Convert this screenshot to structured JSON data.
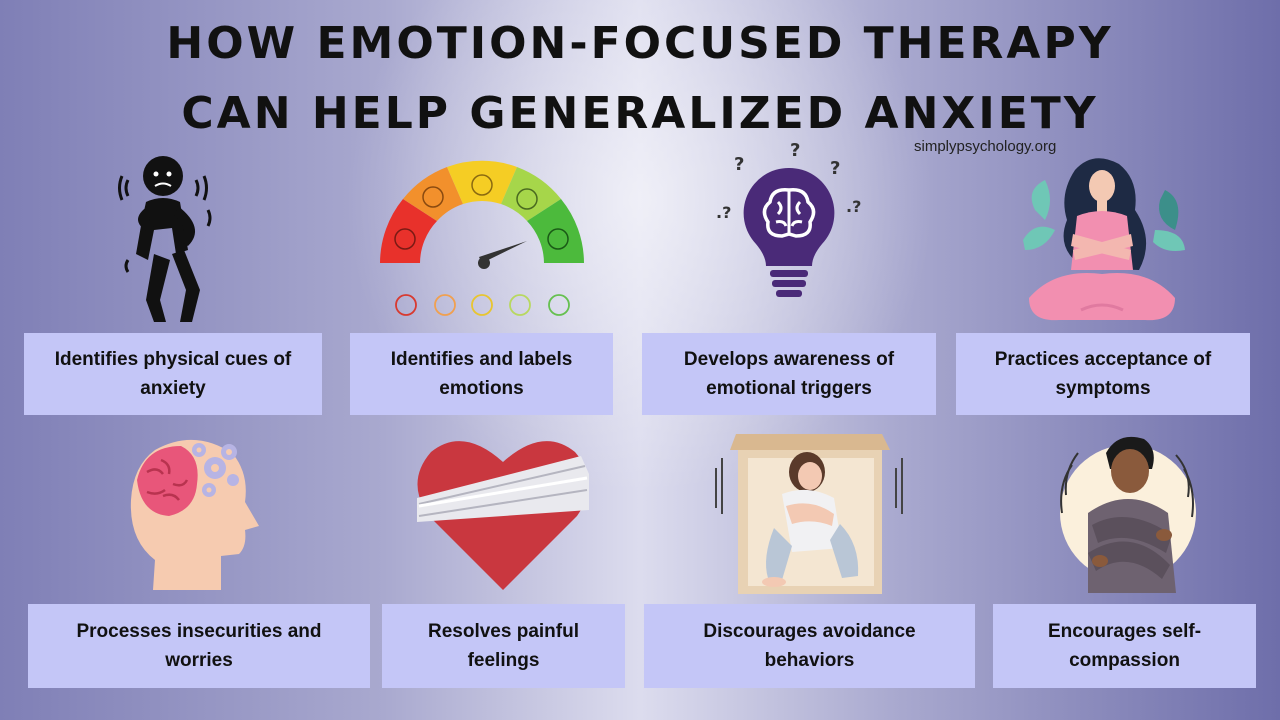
{
  "header": {
    "title_line1": "HOW EMOTION-FOCUSED THERAPY",
    "title_line2": "CAN HELP GENERALIZED ANXIETY",
    "source": "simplypsychology.org"
  },
  "cards": [
    {
      "label": "Identifies physical cues of anxiety"
    },
    {
      "label": "Identifies and labels emotions"
    },
    {
      "label": "Develops awareness of emotional triggers"
    },
    {
      "label": "Practices acceptance of symptoms"
    },
    {
      "label": "Processes insecurities and worries"
    },
    {
      "label": "Resolves painful feelings"
    },
    {
      "label": "Discourages avoidance behaviors"
    },
    {
      "label": "Encourages self-compassion"
    }
  ],
  "illustrations": [
    {
      "icon": "anxious-person-icon"
    },
    {
      "icon": "emotion-meter-icon"
    },
    {
      "icon": "brain-lightbulb-icon"
    },
    {
      "icon": "meditating-woman-icon"
    },
    {
      "icon": "brain-gears-head-icon"
    },
    {
      "icon": "bandaged-heart-icon"
    },
    {
      "icon": "person-in-box-icon"
    },
    {
      "icon": "self-hug-icon"
    }
  ],
  "colors": {
    "card_background": "#c4c6f7",
    "title_text": "#111111",
    "meter_red": "#e8312b",
    "meter_orange": "#f2902c",
    "meter_yellow": "#f5cd24",
    "meter_lightgreen": "#a6d64a",
    "meter_green": "#4cba3c",
    "heart_red": "#c9373f",
    "lightbulb_purple": "#4a2a78"
  }
}
